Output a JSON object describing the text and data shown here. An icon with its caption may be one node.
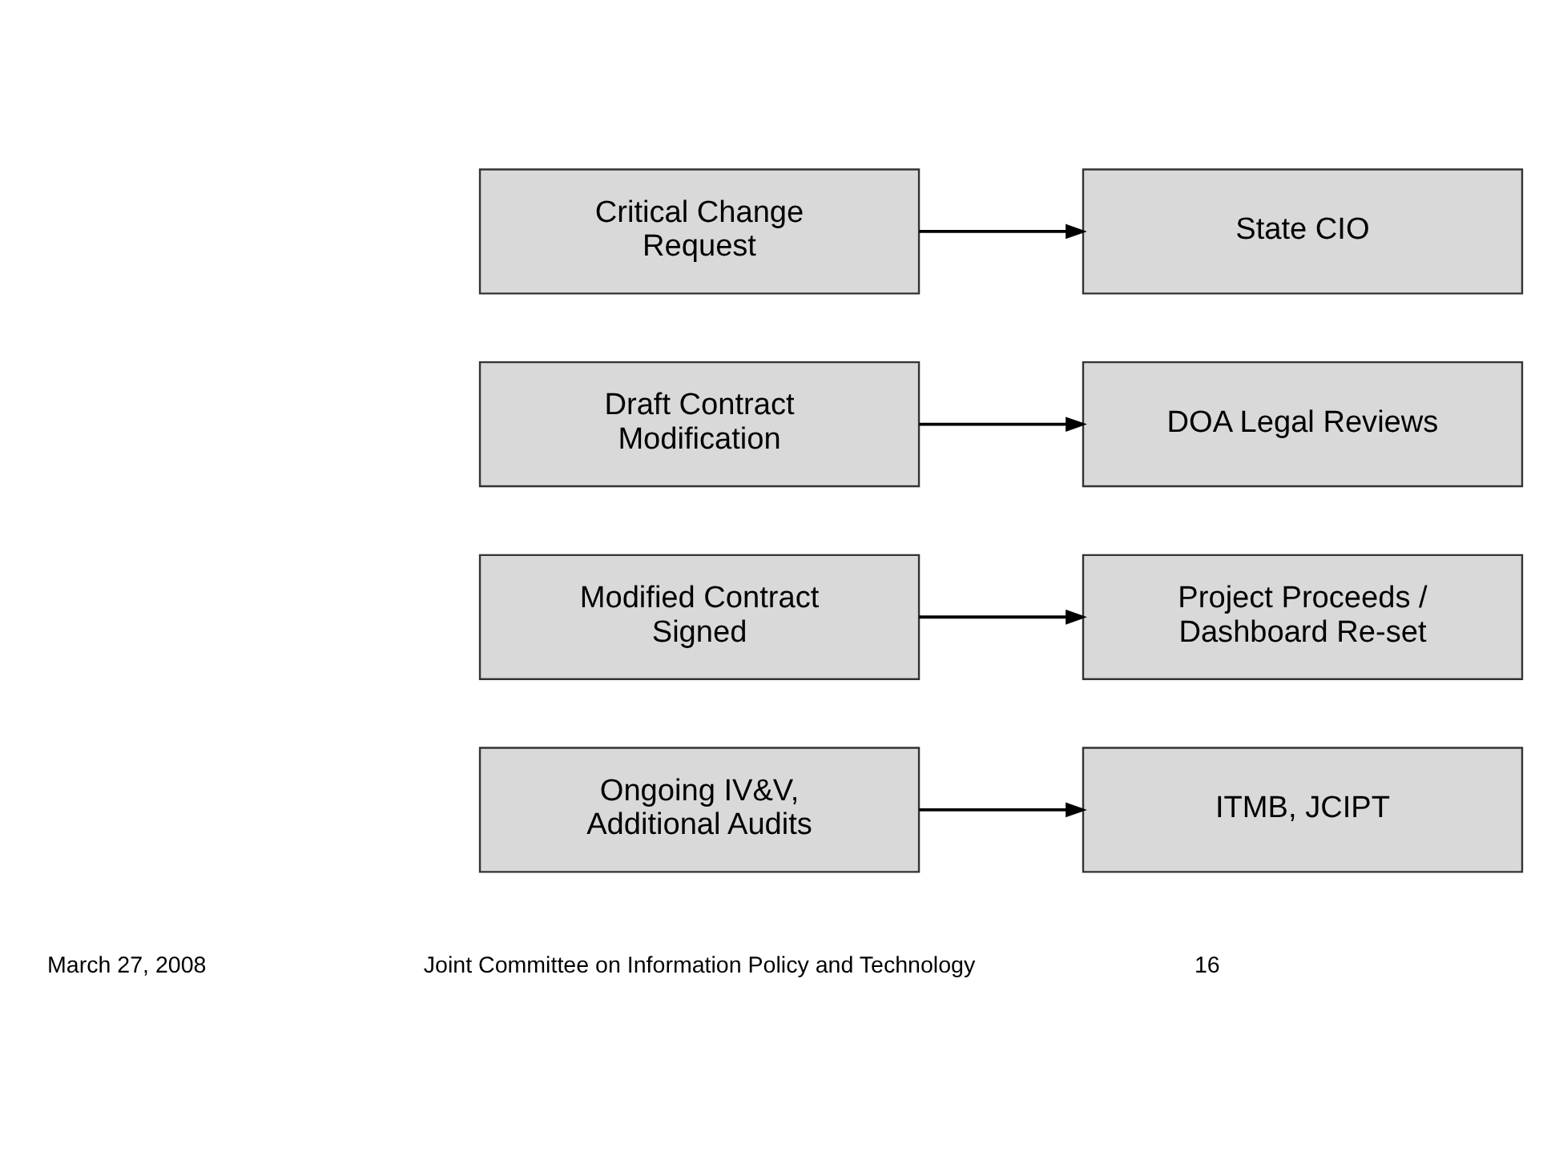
{
  "diagram": {
    "nodes": [
      {
        "text": [
          "Critical Change Request"
        ]
      },
      {
        "text": [
          "State CIO"
        ]
      },
      {
        "text": [
          "Draft Contract Modification"
        ]
      },
      {
        "text": [
          "DOA Legal Reviews"
        ]
      },
      {
        "text": [
          "Modified Contract Signed"
        ]
      },
      {
        "text": [
          "Project Proceeds / Dashboard Re-set"
        ]
      },
      {
        "text": [
          "Ongoing IV&V, Additional Audits"
        ]
      },
      {
        "text": [
          "ITMB, JCIPT"
        ]
      }
    ],
    "edges": [
      {
        "from": 0,
        "to": 1,
        "arrow": "to"
      },
      {
        "from": 2,
        "to": 3,
        "arrow": "to"
      },
      {
        "from": 4,
        "to": 5,
        "arrow": "to"
      },
      {
        "from": 6,
        "to": 7,
        "arrow": "to"
      }
    ],
    "labels": [
      "March 27, 2008",
      "Joint Committee on Information Policy and Technology",
      "16"
    ]
  }
}
